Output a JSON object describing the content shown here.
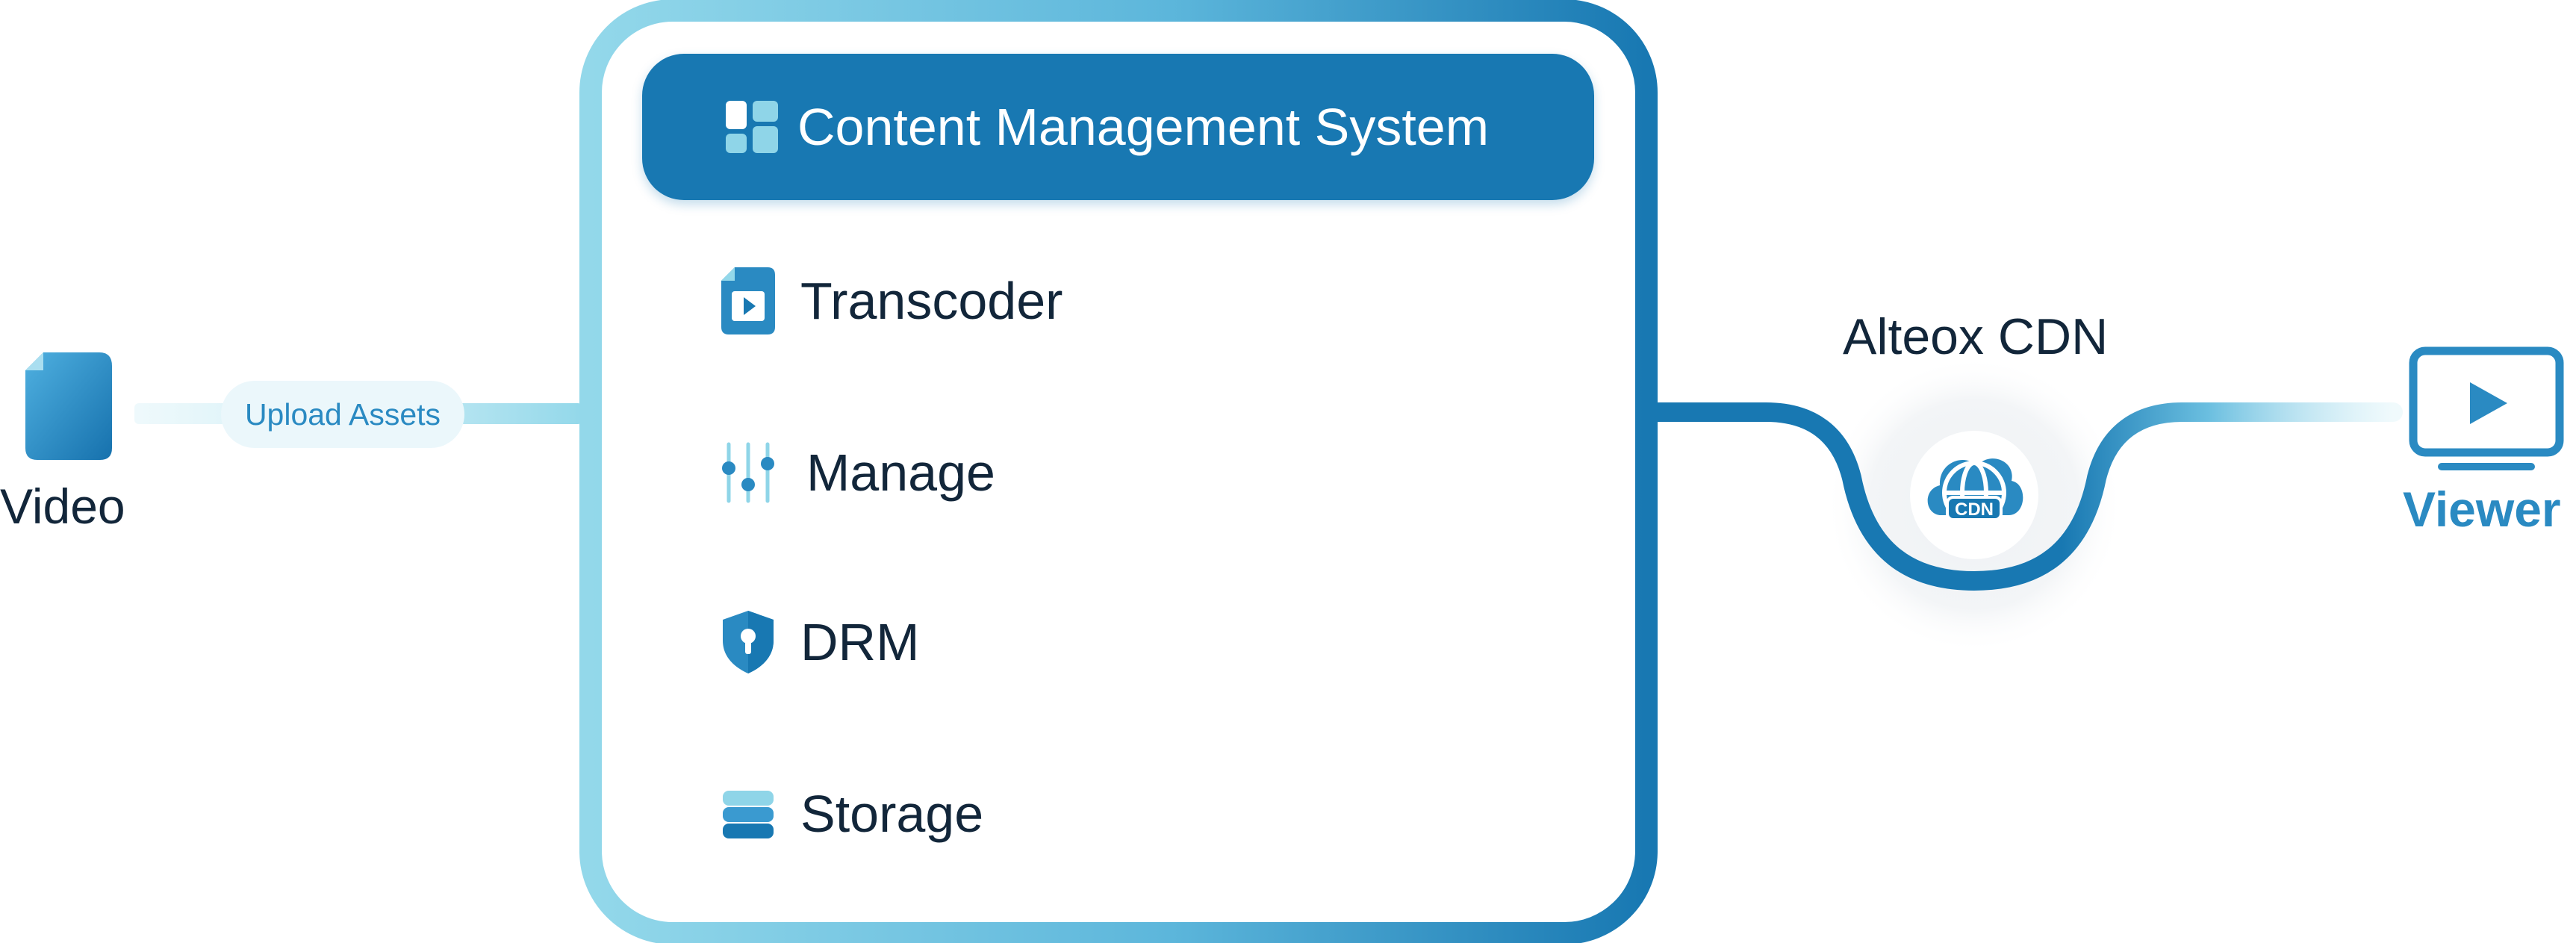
{
  "source": {
    "label": "Video",
    "icon": "file-icon"
  },
  "connector": {
    "upload_label": "Upload Assets"
  },
  "cms": {
    "title": "Content Management System",
    "title_icon": "grid-icon",
    "items": [
      {
        "label": "Transcoder",
        "icon": "video-file-icon"
      },
      {
        "label": "Manage",
        "icon": "sliders-icon"
      },
      {
        "label": "DRM",
        "icon": "shield-lock-icon"
      },
      {
        "label": "Storage",
        "icon": "database-icon"
      }
    ]
  },
  "cdn": {
    "label": "Alteox CDN",
    "badge": "CDN",
    "icon": "cloud-globe-icon"
  },
  "destination": {
    "label": "Viewer",
    "icon": "monitor-play-icon"
  },
  "colors": {
    "primary": "#1878b2",
    "light": "#8fd5e8",
    "text": "#12263a",
    "accent_text": "#2a8ac2"
  }
}
